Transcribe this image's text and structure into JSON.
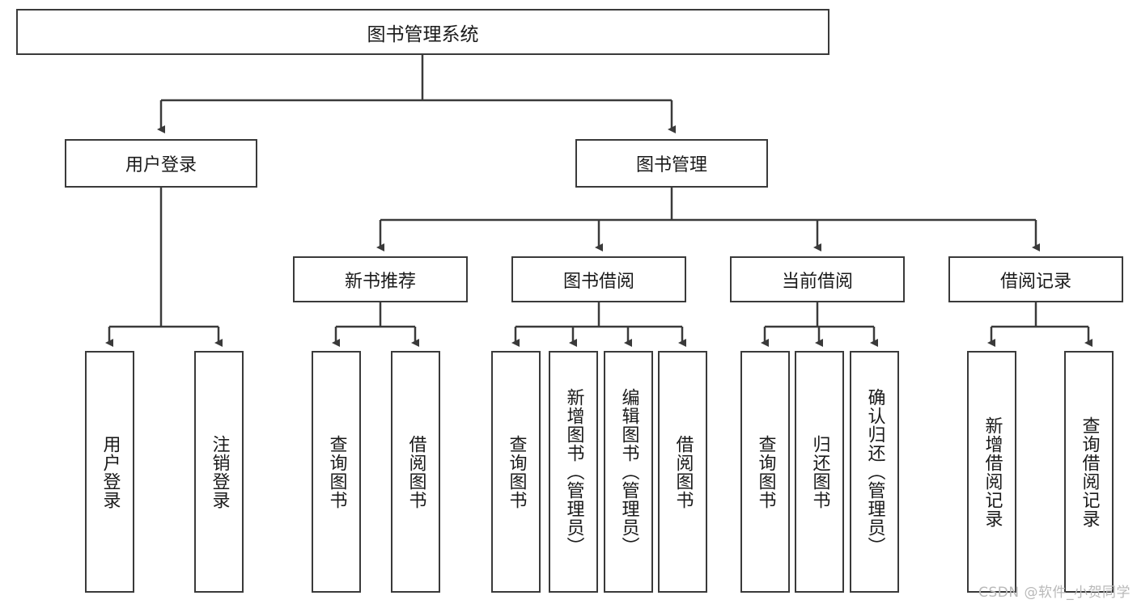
{
  "diagram": {
    "title_node": {
      "label": "图书管理系统"
    },
    "level2": [
      {
        "id": "user-login",
        "label": "用户登录"
      },
      {
        "id": "book-manage",
        "label": "图书管理"
      }
    ],
    "level3": [
      {
        "id": "new-book-recommend",
        "label": "新书推荐"
      },
      {
        "id": "book-borrow",
        "label": "图书借阅"
      },
      {
        "id": "current-borrow",
        "label": "当前借阅"
      },
      {
        "id": "borrow-record",
        "label": "借阅记录"
      }
    ],
    "leaves": {
      "user_login": [
        {
          "id": "leaf-user-login",
          "label": "用户登录"
        },
        {
          "id": "leaf-logout-login",
          "label": "注销登录"
        }
      ],
      "new_book_recommend": [
        {
          "id": "leaf-query-book-1",
          "label": "查询图书"
        },
        {
          "id": "leaf-borrow-book-1",
          "label": "借阅图书"
        }
      ],
      "book_borrow": [
        {
          "id": "leaf-query-book-2",
          "label": "查询图书"
        },
        {
          "id": "leaf-add-book",
          "label": "新增图书（管理员）"
        },
        {
          "id": "leaf-edit-book",
          "label": "编辑图书（管理员）"
        },
        {
          "id": "leaf-borrow-book-2",
          "label": "借阅图书"
        }
      ],
      "current_borrow": [
        {
          "id": "leaf-query-book-3",
          "label": "查询图书"
        },
        {
          "id": "leaf-return-book",
          "label": "归还图书"
        },
        {
          "id": "leaf-confirm-return",
          "label": "确认归还（管理员）"
        }
      ],
      "borrow_record": [
        {
          "id": "leaf-add-record",
          "label": "新增借阅记录"
        },
        {
          "id": "leaf-query-record",
          "label": "查询借阅记录"
        }
      ]
    },
    "watermark": "CSDN @软件_小贺同学",
    "colors": {
      "border": "#3a3a3a",
      "text": "#1a1a1a",
      "background": "#ffffff",
      "watermark": "#b9b9b9"
    }
  }
}
